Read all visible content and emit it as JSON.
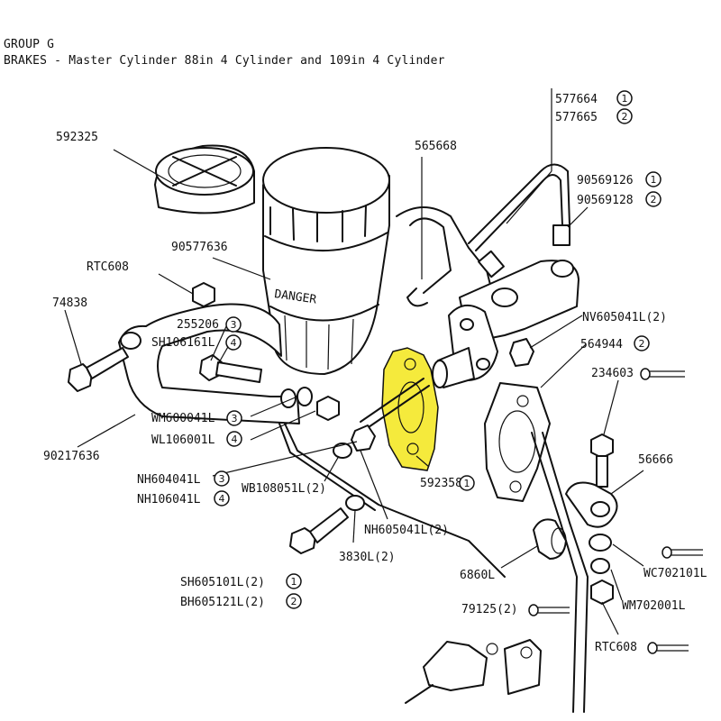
{
  "header": {
    "group": "GROUP G",
    "title": "BRAKES - Master Cylinder 88in 4 Cylinder and 109in 4 Cylinder"
  },
  "highlight_color": "#f5ea3c",
  "parts": {
    "p592325": "592325",
    "p565668": "565668",
    "p577664": "577664",
    "p577665": "577665",
    "p90569126": "90569126",
    "p90569128": "90569128",
    "p90577636": "90577636",
    "pRTC608a": "RTC608",
    "p74838": "74838",
    "p255206": "255206",
    "pSH106161L": "SH106161L",
    "pNV605041L": "NV605041L(2)",
    "p564944": "564944",
    "p234603": "234603",
    "pWM600041L": "WM600041L",
    "pWL106001L": "WL106001L",
    "p90217636": "90217636",
    "pNH604041L": "NH604041L",
    "pNH106041L": "NH106041L",
    "pWB108051L": "WB108051L(2)",
    "p592358": "592358",
    "p56666": "56666",
    "pNH605041L": "NH605041L(2)",
    "p3830L": "3830L(2)",
    "p6860L": "6860L",
    "pWC702101L": "WC702101L",
    "pSH605101L": "SH605101L(2)",
    "pBH605121L": "BH605121L(2)",
    "pWM702001L": "WM702001L",
    "p79125": "79125(2)",
    "pRTC608b": "RTC608",
    "danger": "DANGER"
  },
  "markers": {
    "one": "1",
    "two": "2",
    "three": "3",
    "four": "4"
  }
}
